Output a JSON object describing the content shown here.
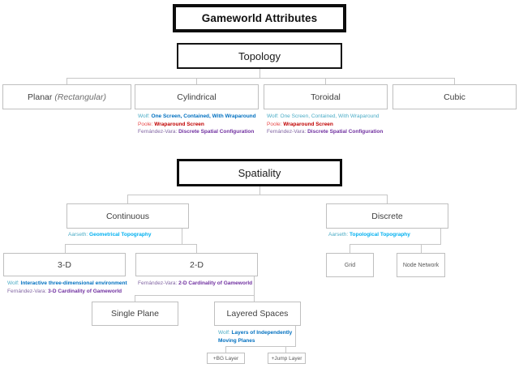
{
  "colors": {
    "strong_border": "#0d0d0d",
    "light_border": "#bfbfbf",
    "connector": "#c6c6c6",
    "wolf_label": "#4bacc6",
    "wolf_value": "#0070c0",
    "wolf_value_light": "#4bacc6",
    "poole_label": "#e84c4c",
    "poole_value": "#c00000",
    "fernandez_vara_label": "#8064a2",
    "fernandez_vara_value": "#7030a0",
    "aarseth_label": "#4bacc6",
    "aarseth_value": "#00b0f0"
  },
  "title": "Gameworld Attributes",
  "topology": {
    "label": "Topology",
    "planar": {
      "label": "Planar",
      "qualifier": "(Rectangular)"
    },
    "cylindrical": {
      "label": "Cylindrical",
      "wolf_label": "Wolf:",
      "wolf_value": "One Screen, Contained, With Wraparound",
      "poole_label": "Poole:",
      "poole_value": "Wraparound Screen",
      "fv_label": "Fernández-Vara:",
      "fv_value": "Discrete Spatial Configuration"
    },
    "toroidal": {
      "label": "Toroidal",
      "wolf_label": "Wolf:",
      "wolf_value": "One Screen, Contained, With Wraparound",
      "poole_label": "Poole:",
      "poole_value": "Wraparound Screen",
      "fv_label": "Fernández-Vara:",
      "fv_value": "Discrete Spatial Configuration"
    },
    "cubic": {
      "label": "Cubic"
    }
  },
  "spatiality": {
    "label": "Spatiality",
    "continuous": {
      "label": "Continuous",
      "aarseth_label": "Aarseth:",
      "aarseth_value": "Geometrical Topography"
    },
    "discrete": {
      "label": "Discrete",
      "aarseth_label": "Aarseth:",
      "aarseth_value": "Topological Topography",
      "grid": {
        "label": "Grid"
      },
      "node_network": {
        "label": "Node Network"
      }
    },
    "three_d": {
      "label": "3-D",
      "wolf_label": "Wolf:",
      "wolf_value": "Interactive three-dimensional environment",
      "fv_label": "Fernández-Vara:",
      "fv_value": "3-D Cardinality of Gameworld"
    },
    "two_d": {
      "label": "2-D",
      "fv_label": "Fernández-Vara:",
      "fv_value": "2-D Cardinality of Gameworld",
      "single_plane": {
        "label": "Single Plane"
      },
      "layered_spaces": {
        "label": "Layered Spaces",
        "wolf_label": "Wolf:",
        "wolf_value": "Layers of Independently Moving Planes",
        "bg_layer": {
          "label": "+BG Layer"
        },
        "jump_layer": {
          "label": "+Jump Layer"
        }
      }
    }
  }
}
